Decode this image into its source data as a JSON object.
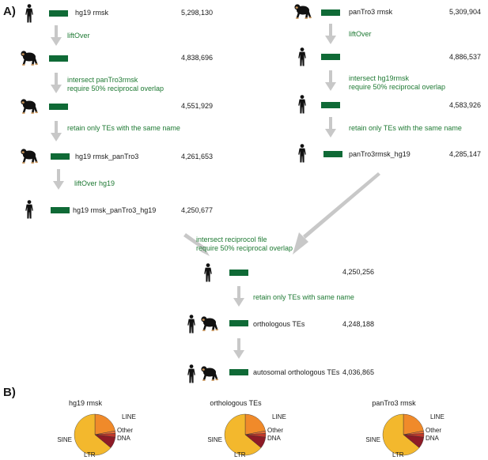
{
  "panel_a": "A)",
  "panel_b": "B)",
  "human_flow": {
    "start_label": "hg19 rmsk",
    "start_count": "5,298,130",
    "step1": "liftOver",
    "step1_count": "4,838,696",
    "step2_line1": "intersect panTro3rmsk",
    "step2_line2": "require 50% reciprocal overlap",
    "step2_count": "4,551,929",
    "step3": "retain only TEs with the same name",
    "step3_label": "hg19 rmsk_panTro3",
    "step3_count": "4,261,653",
    "step4": "liftOver hg19",
    "step4_label": "hg19 rmsk_panTro3_hg19",
    "step4_count": "4,250,677"
  },
  "chimp_flow": {
    "start_label": "panTro3 rmsk",
    "start_count": "5,309,904",
    "step1": "liftOver",
    "step1_count": "4,886,537",
    "step2_line1": "intersect hg19rmsk",
    "step2_line2": "require 50% reciprocal overlap",
    "step2_count": "4,583,926",
    "step3": "retain only TEs with the same name",
    "step3_label": "panTro3rmsk_hg19",
    "step3_count": "4,285,147"
  },
  "merge_flow": {
    "step1_line1": "intersect reciprocol file",
    "step1_line2": "require 50% reciprocal overlap",
    "step1_count": "4,250,256",
    "step2": "retain only TEs with same name",
    "step2_label": "orthologous TEs",
    "step2_count": "4,248,188",
    "step3_label": "autosomal orthologous TEs",
    "step3_count": "4,036,865"
  },
  "colors": {
    "bar": "#0f6a36",
    "annotation": "#1f7a34",
    "arrow": "#c8c8c8",
    "LINE": "#f08a2a",
    "SINE": "#f3b82d",
    "Other": "#e8703a",
    "DNA": "#c0392b",
    "LTR": "#8e1b26"
  },
  "chart_data": [
    {
      "type": "pie",
      "title": "hg19 rmsk",
      "labels": [
        "LINE",
        "Other",
        "DNA",
        "LTR",
        "SINE"
      ],
      "values": [
        22,
        2,
        3,
        9,
        64
      ]
    },
    {
      "type": "pie",
      "title": "orthologous TEs",
      "labels": [
        "LINE",
        "Other",
        "DNA",
        "LTR",
        "SINE"
      ],
      "values": [
        22,
        2,
        3,
        9,
        64
      ]
    },
    {
      "type": "pie",
      "title": "panTro3 rmsk",
      "labels": [
        "LINE",
        "Other",
        "DNA",
        "LTR",
        "SINE"
      ],
      "values": [
        22,
        2,
        3,
        9,
        64
      ]
    }
  ]
}
